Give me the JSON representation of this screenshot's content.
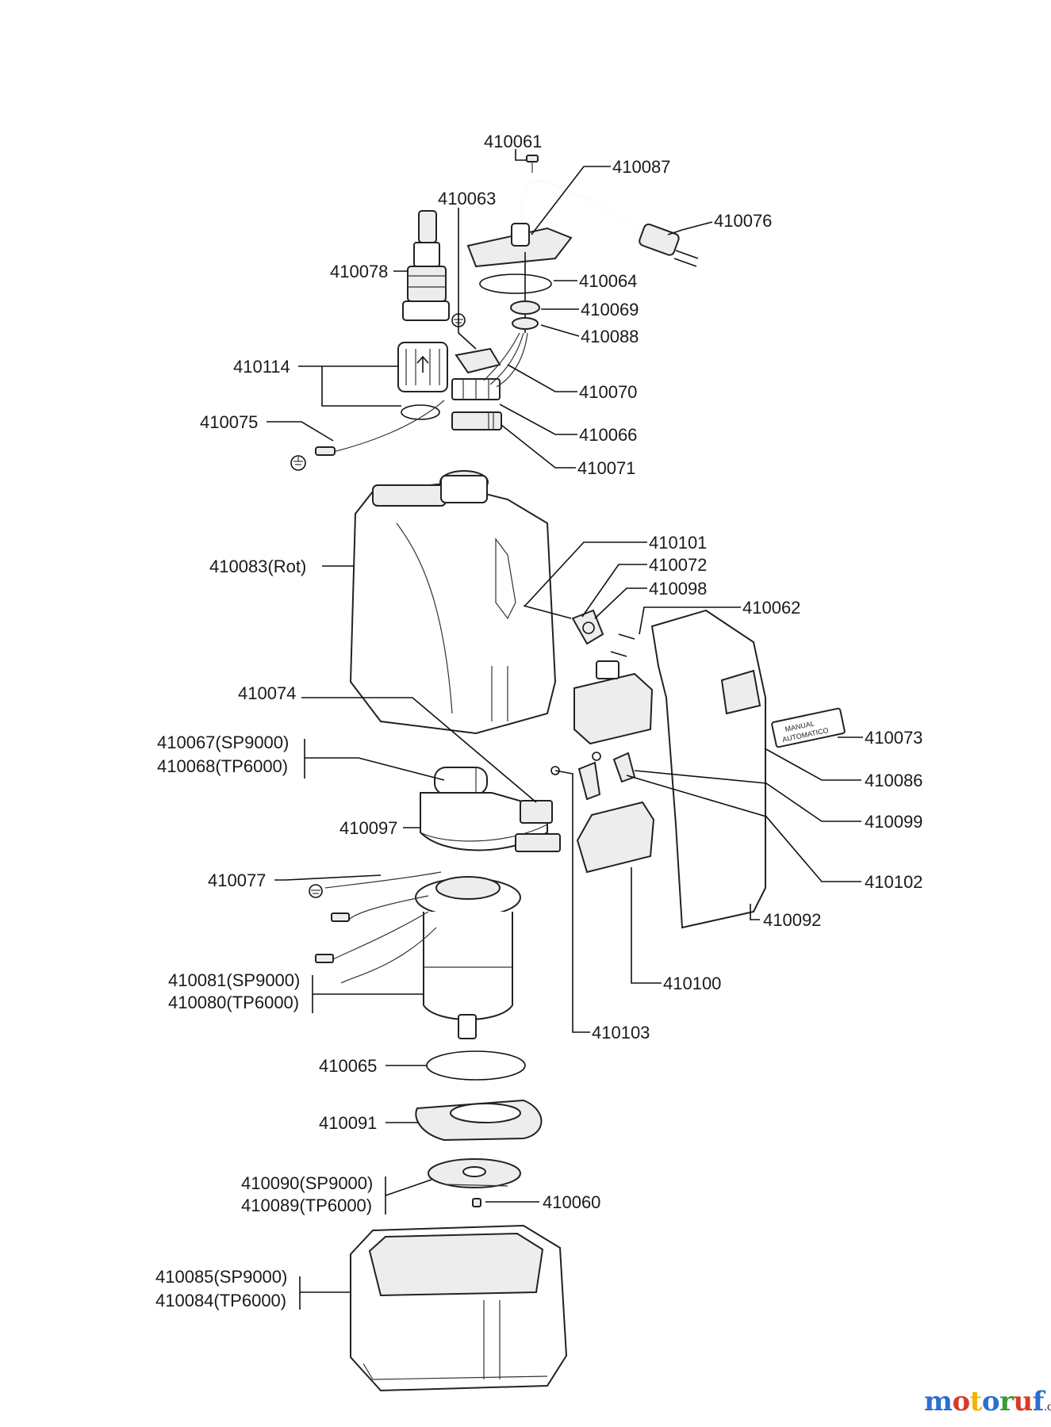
{
  "labels": {
    "p410061": "410061",
    "p410087": "410087",
    "p410063": "410063",
    "p410076": "410076",
    "p410078": "410078",
    "p410064": "410064",
    "p410069": "410069",
    "p410088": "410088",
    "p410114": "410114",
    "p410070": "410070",
    "p410075": "410075",
    "p410066": "410066",
    "p410071": "410071",
    "p410083": "410083(Rot)",
    "p410101": "410101",
    "p410072": "410072",
    "p410098": "410098",
    "p410062": "410062",
    "p410074": "410074",
    "p410067": "410067(SP9000)",
    "p410068": "410068(TP6000)",
    "p410073": "410073",
    "p410086": "410086",
    "p410097": "410097",
    "p410099": "410099",
    "p410077": "410077",
    "p410102": "410102",
    "p410092": "410092",
    "p410081": "410081(SP9000)",
    "p410080": "410080(TP6000)",
    "p410100": "410100",
    "p410103": "410103",
    "p410065": "410065",
    "p410091": "410091",
    "p410090": "410090(SP9000)",
    "p410089": "410089(TP6000)",
    "p410060": "410060",
    "p410085": "410085(SP9000)",
    "p410084": "410084(TP6000)"
  },
  "switch_plate": {
    "line1": "MANUAL",
    "line2": "AUTOMATICO"
  },
  "watermark": {
    "brand": "motoruf",
    "tld": ".de",
    "colors": [
      "#2a6fd1",
      "#d93a2b",
      "#f2b400",
      "#2a6fd1",
      "#3a9b3a",
      "#d93a2b",
      "#2a6fd1"
    ]
  },
  "icons": [
    "ground-symbol",
    "screw"
  ]
}
